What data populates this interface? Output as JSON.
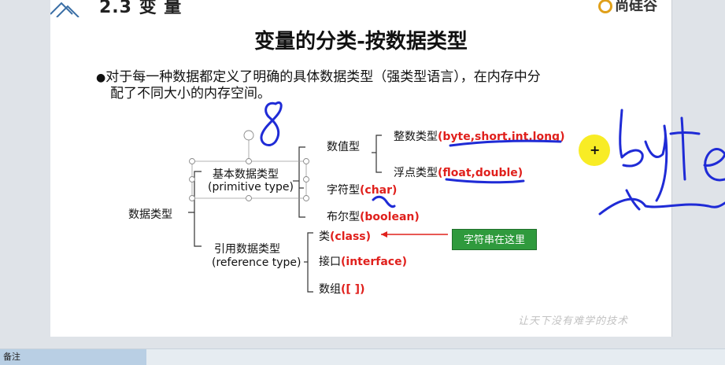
{
  "header": {
    "section_title": "2.3 变 量",
    "logo_text": "尚硅谷"
  },
  "slide": {
    "title": "变量的分类-按数据类型",
    "bullet_line1": "对于每一种数据都定义了明确的具体数据类型（强类型语言），在内存中分",
    "bullet_line2": "配了不同大小的内存空间。"
  },
  "tree": {
    "root": "数据类型",
    "primitive_line1": "基本数据类型",
    "primitive_line2": "(primitive type)",
    "reference_line1": "引用数据类型",
    "reference_line2": "(reference type)",
    "numeric": "数值型",
    "integer_label": "整数类型",
    "integer_types": "(byte,short,int,long)",
    "float_label": "浮点类型",
    "float_types": "(float,double)",
    "char_label": "字符型",
    "char_type": "(char)",
    "bool_label": "布尔型",
    "bool_type": "(boolean)",
    "class_label": "类",
    "class_type": "(class)",
    "interface_label": "接口",
    "interface_type": "(interface)",
    "array_label": "数组",
    "array_type": "([ ])"
  },
  "callout": {
    "text": "字符串在这里"
  },
  "watermark": "让天下没有难学的技术",
  "notes": {
    "tab_label": "备注"
  },
  "colors": {
    "keyword_red": "#e0201c",
    "callout_green": "#2f9a3d",
    "ink_blue": "#1f2bd6",
    "cursor_yellow": "#f7ea12"
  }
}
